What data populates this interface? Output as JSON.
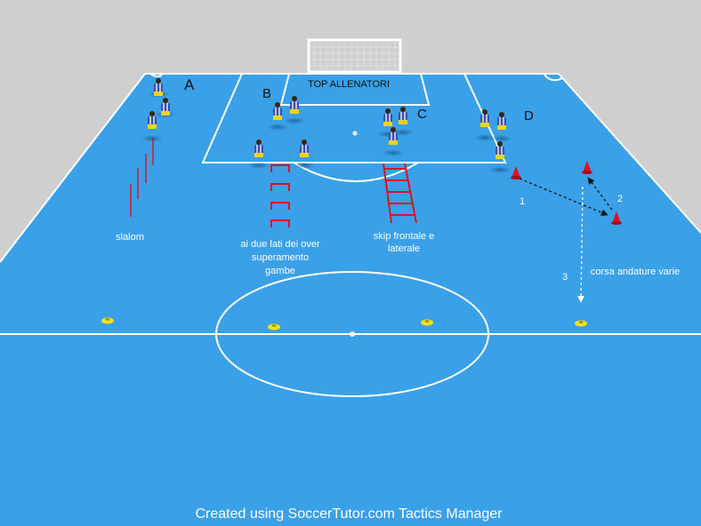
{
  "colors": {
    "pitch": "#3aa0e8",
    "background": "#cfcfcf",
    "lines": "#ffffff",
    "player_shirt": "#3a4fb0",
    "player_shorts": "#f2d21a",
    "marker_red": "#e01020",
    "cone_yellow": "#f5e11a"
  },
  "header": {
    "box_label": "TOP ALLENATORI"
  },
  "stations": {
    "a": "A",
    "b": "B",
    "c": "C",
    "d": "D"
  },
  "labels": {
    "slalom": "slalom",
    "over_line1": "ai due lati dei over",
    "over_line2": "superamento",
    "over_line3": "gambe",
    "skip_line1": "skip frontale e",
    "skip_line2": "laterale",
    "corsa": "corsa andature varie"
  },
  "route_numbers": {
    "one": "1",
    "two": "2",
    "three": "3"
  },
  "footer": {
    "credit": "Created using SoccerTutor.com Tactics Manager"
  }
}
